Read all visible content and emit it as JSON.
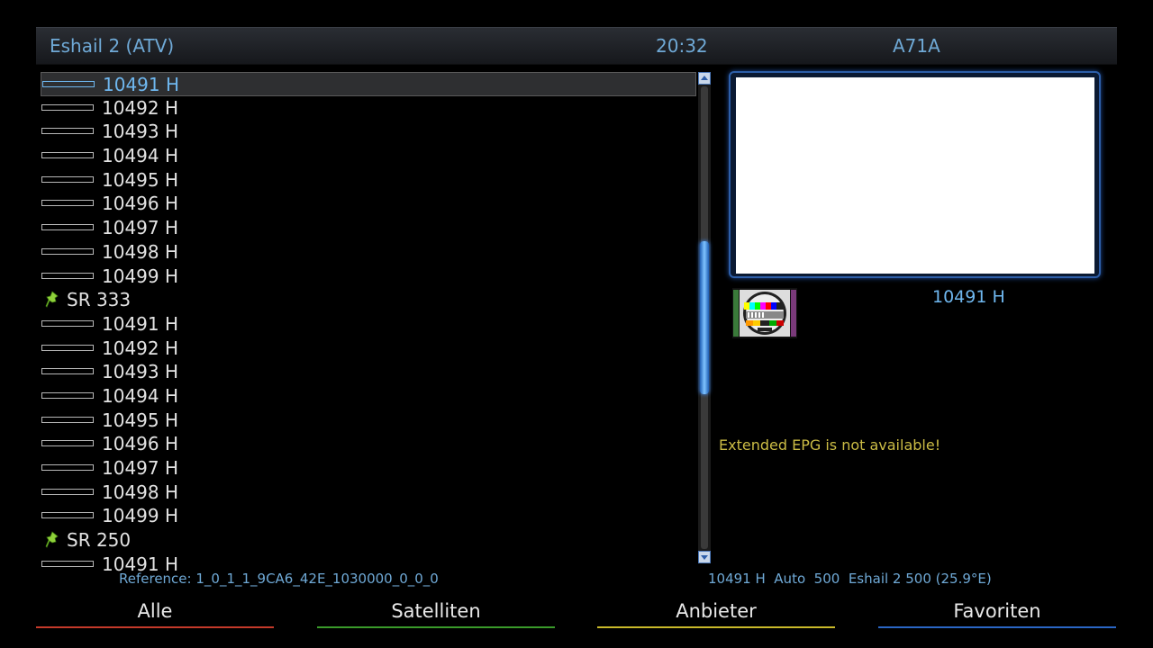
{
  "header": {
    "title": "Eshail 2 (ATV)",
    "clock": "20:32",
    "code": "A71A"
  },
  "channels": [
    {
      "type": "service",
      "label": "10491 H",
      "selected": true
    },
    {
      "type": "service",
      "label": "10492 H"
    },
    {
      "type": "service",
      "label": "10493 H"
    },
    {
      "type": "service",
      "label": "10494 H"
    },
    {
      "type": "service",
      "label": "10495 H"
    },
    {
      "type": "service",
      "label": "10496 H"
    },
    {
      "type": "service",
      "label": "10497 H"
    },
    {
      "type": "service",
      "label": "10498 H"
    },
    {
      "type": "service",
      "label": "10499 H"
    },
    {
      "type": "satellite",
      "label": "SR 333",
      "icon": "pin-icon"
    },
    {
      "type": "service",
      "label": "10491 H"
    },
    {
      "type": "service",
      "label": "10492 H"
    },
    {
      "type": "service",
      "label": "10493 H"
    },
    {
      "type": "service",
      "label": "10494 H"
    },
    {
      "type": "service",
      "label": "10495 H"
    },
    {
      "type": "service",
      "label": "10496 H"
    },
    {
      "type": "service",
      "label": "10497 H"
    },
    {
      "type": "service",
      "label": "10498 H"
    },
    {
      "type": "service",
      "label": "10499 H"
    },
    {
      "type": "satellite",
      "label": "SR 250",
      "icon": "pin-icon"
    },
    {
      "type": "service",
      "label": "10491 H"
    }
  ],
  "info": {
    "channel_name": "10491 H",
    "epg_message": "Extended EPG is not available!",
    "reference": "Reference: 1_0_1_1_9CA6_42E_1030000_0_0_0",
    "transponder": "10491 H  Auto  500  Eshail 2 500 (25.9°E)"
  },
  "buttons": {
    "red": "Alle",
    "green": "Satelliten",
    "yellow": "Anbieter",
    "blue": "Favoriten"
  },
  "colors": {
    "accent": "#6fb7ef",
    "epg_text": "#cbbc45",
    "red": "#c43a2a",
    "green": "#3a9a2a",
    "yellow": "#c9b92a",
    "blue": "#2a66c4"
  }
}
